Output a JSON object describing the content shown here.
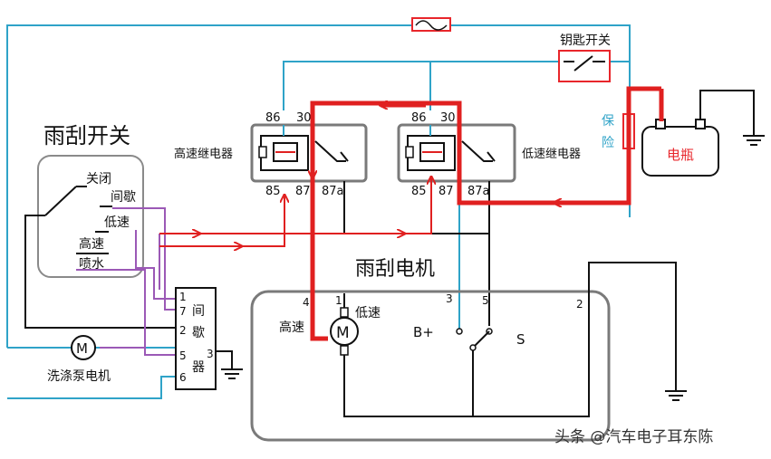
{
  "diagram": {
    "wiper_switch": {
      "title": "雨刮开关",
      "positions": [
        "关闭",
        "间歇",
        "低速",
        "高速",
        "喷水"
      ]
    },
    "high_speed_relay": {
      "label": "高速继电器",
      "pins": {
        "p86": "86",
        "p30": "30",
        "p85": "85",
        "p87": "87",
        "p87a": "87a"
      }
    },
    "low_speed_relay": {
      "label": "低速继电器",
      "pins": {
        "p86": "86",
        "p30": "30",
        "p85": "85",
        "p87": "87",
        "p87a": "87a"
      }
    },
    "key_switch": "钥匙开关",
    "fuse": "保\n险",
    "fuse_chars": [
      "保",
      "险"
    ],
    "battery": "电瓶",
    "wiper_motor": {
      "title": "雨刮电机",
      "terminals": {
        "t4": "4",
        "t1": "1",
        "t3": "3",
        "t5": "5",
        "t2": "2"
      },
      "high": "高速",
      "low": "低速",
      "bplus": "B+",
      "s": "S",
      "motor_symbol": "M"
    },
    "intermittent_relay": {
      "label_chars": [
        "间",
        "歇",
        "器"
      ],
      "pins": {
        "p1": "1",
        "p7": "7",
        "p2": "2",
        "p5": "5",
        "p6": "6",
        "p3": "3"
      }
    },
    "washer_pump": {
      "label": "洗涤泵电机",
      "symbol": "M"
    },
    "watermark": "头条 @汽车电子耳东陈"
  },
  "colors": {
    "supply_wire": "#2fa3c8",
    "ground_wire": "#111111",
    "switch_wire": "#9b59b6",
    "current_flow": "#e02020",
    "component_red": "#e8262b"
  }
}
